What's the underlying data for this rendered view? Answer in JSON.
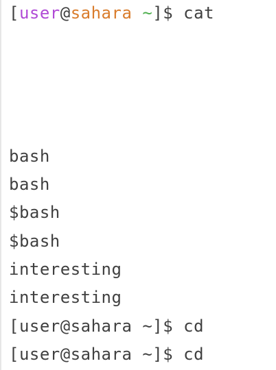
{
  "terminal": {
    "first_prompt": {
      "open_bracket": "[",
      "user": "user",
      "at": "@",
      "host": "sahara",
      "space": " ",
      "cwd": "~",
      "close": "]$",
      "command": " cat"
    },
    "output_lines": [
      "bash",
      "bash",
      "$bash",
      "$bash",
      "interesting",
      "interesting"
    ],
    "trailing_prompts": [
      "[user@sahara ~]$ cd",
      "[user@sahara ~]$ cd"
    ],
    "colors": {
      "user": "#b04ad6",
      "host": "#d97c2c",
      "cwd": "#4cae4c",
      "text": "#404040",
      "background": "#ffffff"
    }
  }
}
